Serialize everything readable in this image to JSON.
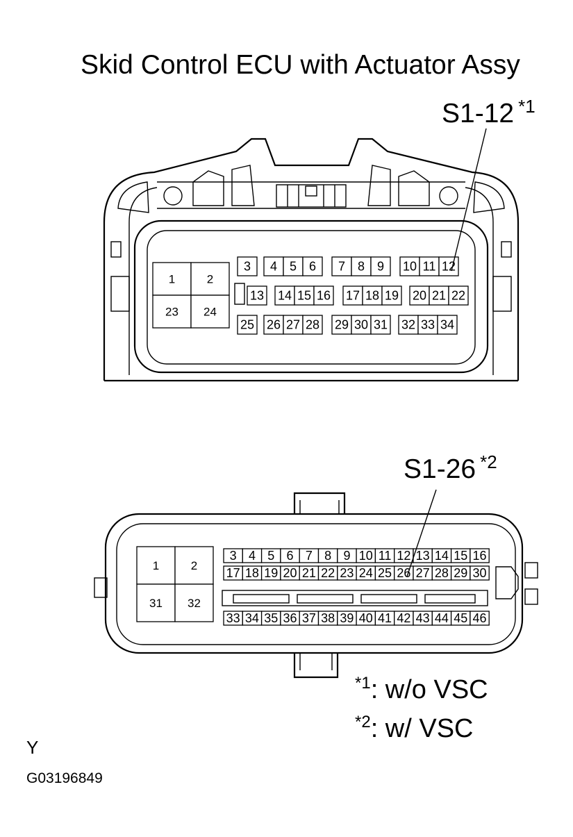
{
  "title": "Skid Control ECU with Actuator Assy",
  "callouts": [
    {
      "label": "S1-12",
      "ref": "*1"
    },
    {
      "label": "S1-26",
      "ref": "*2"
    }
  ],
  "notes": [
    {
      "ref": "*1",
      "text": ": w/o VSC"
    },
    {
      "ref": "*2",
      "text": ": w/ VSC"
    }
  ],
  "figure_letter": "Y",
  "figure_code": "G03196849",
  "connector_s1_12": {
    "large_pins": [
      "1",
      "2",
      "23",
      "24"
    ],
    "row1_groups": [
      [
        "3"
      ],
      [
        "4",
        "5",
        "6"
      ],
      [
        "7",
        "8",
        "9"
      ],
      [
        "10",
        "11",
        "12"
      ]
    ],
    "row2_groups": [
      [
        "13"
      ],
      [
        "14",
        "15",
        "16"
      ],
      [
        "17",
        "18",
        "19"
      ],
      [
        "20",
        "21",
        "22"
      ]
    ],
    "row3_groups": [
      [
        "25"
      ],
      [
        "26",
        "27",
        "28"
      ],
      [
        "29",
        "30",
        "31"
      ],
      [
        "32",
        "33",
        "34"
      ]
    ]
  },
  "connector_s1_26": {
    "large_pins": [
      "1",
      "2",
      "31",
      "32"
    ],
    "row1": [
      "3",
      "4",
      "5",
      "6",
      "7",
      "8",
      "9",
      "10",
      "11",
      "12",
      "13",
      "14",
      "15",
      "16"
    ],
    "row2": [
      "17",
      "18",
      "19",
      "20",
      "21",
      "22",
      "23",
      "24",
      "25",
      "26",
      "27",
      "28",
      "29",
      "30"
    ],
    "row3": [
      "33",
      "34",
      "35",
      "36",
      "37",
      "38",
      "39",
      "40",
      "41",
      "42",
      "43",
      "44",
      "45",
      "46"
    ]
  }
}
